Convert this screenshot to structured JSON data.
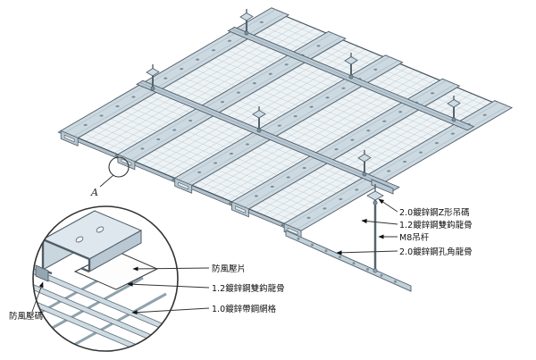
{
  "annotations": {
    "right": [
      "2.0鍍鋅鋼Z形吊碼",
      "1.2鍍鋅鋼雙鈎龍骨",
      "M8吊杆",
      "2.0鍍鋅鋼孔角龍骨"
    ],
    "detail": [
      "防風壓片",
      "1.2鍍鋅鋼雙鈎龍骨",
      "1.0鍍鋅帶鋼網格"
    ],
    "bottom_left": "防風壓碼",
    "detail_marker": "A"
  },
  "colors": {
    "line": "#4e5d68",
    "steel_light": "#dde7ed",
    "steel_mid": "#cdd9e1",
    "steel_deep": "#b7c6d0",
    "mesh": "#a0b2bc",
    "label_text": "#111111",
    "background": "#ffffff"
  }
}
